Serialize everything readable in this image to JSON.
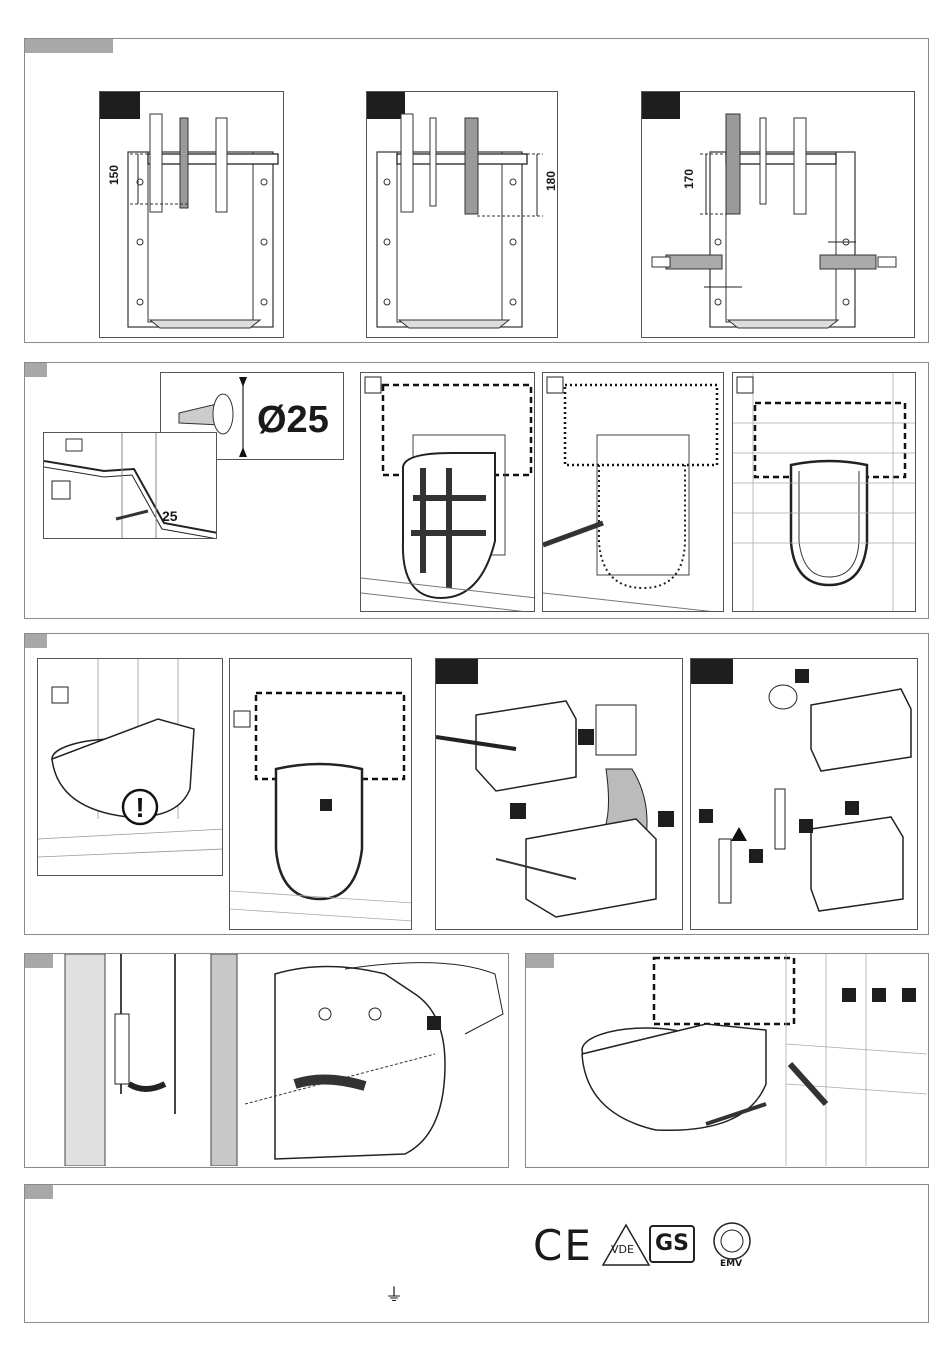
{
  "section1": {
    "dims": {
      "a": "150",
      "b": "180",
      "c": "170"
    }
  },
  "section2": {
    "diameter": "Ø25",
    "depth": "25"
  },
  "section6": {
    "marks": [
      "CE",
      "VDE",
      "GS",
      "EMV"
    ],
    "earth_symbol": "⏚"
  },
  "colors": {
    "frame": "#8a8a8a",
    "tag": "#a8a8a8",
    "ink": "#1e1e1e"
  }
}
